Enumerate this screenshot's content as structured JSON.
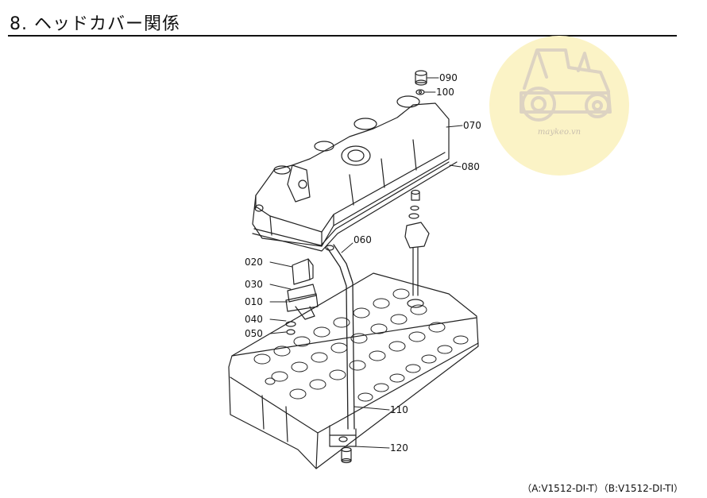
{
  "title": "8. ヘッドカバー関係",
  "footer": "（A:V1512-DI-T）（B:V1512-DI-TI）",
  "watermark": {
    "text": "maykeo.vn",
    "color": "#fbf3c6"
  },
  "parts": [
    {
      "id": "p090",
      "label": "090"
    },
    {
      "id": "p100",
      "label": "100"
    },
    {
      "id": "p070",
      "label": "070"
    },
    {
      "id": "p080",
      "label": "080"
    },
    {
      "id": "p060",
      "label": "060"
    },
    {
      "id": "p020",
      "label": "020"
    },
    {
      "id": "p030",
      "label": "030"
    },
    {
      "id": "p010",
      "label": "010"
    },
    {
      "id": "p040",
      "label": "040"
    },
    {
      "id": "p050",
      "label": "050"
    },
    {
      "id": "p110",
      "label": "110"
    },
    {
      "id": "p120",
      "label": "120"
    }
  ]
}
